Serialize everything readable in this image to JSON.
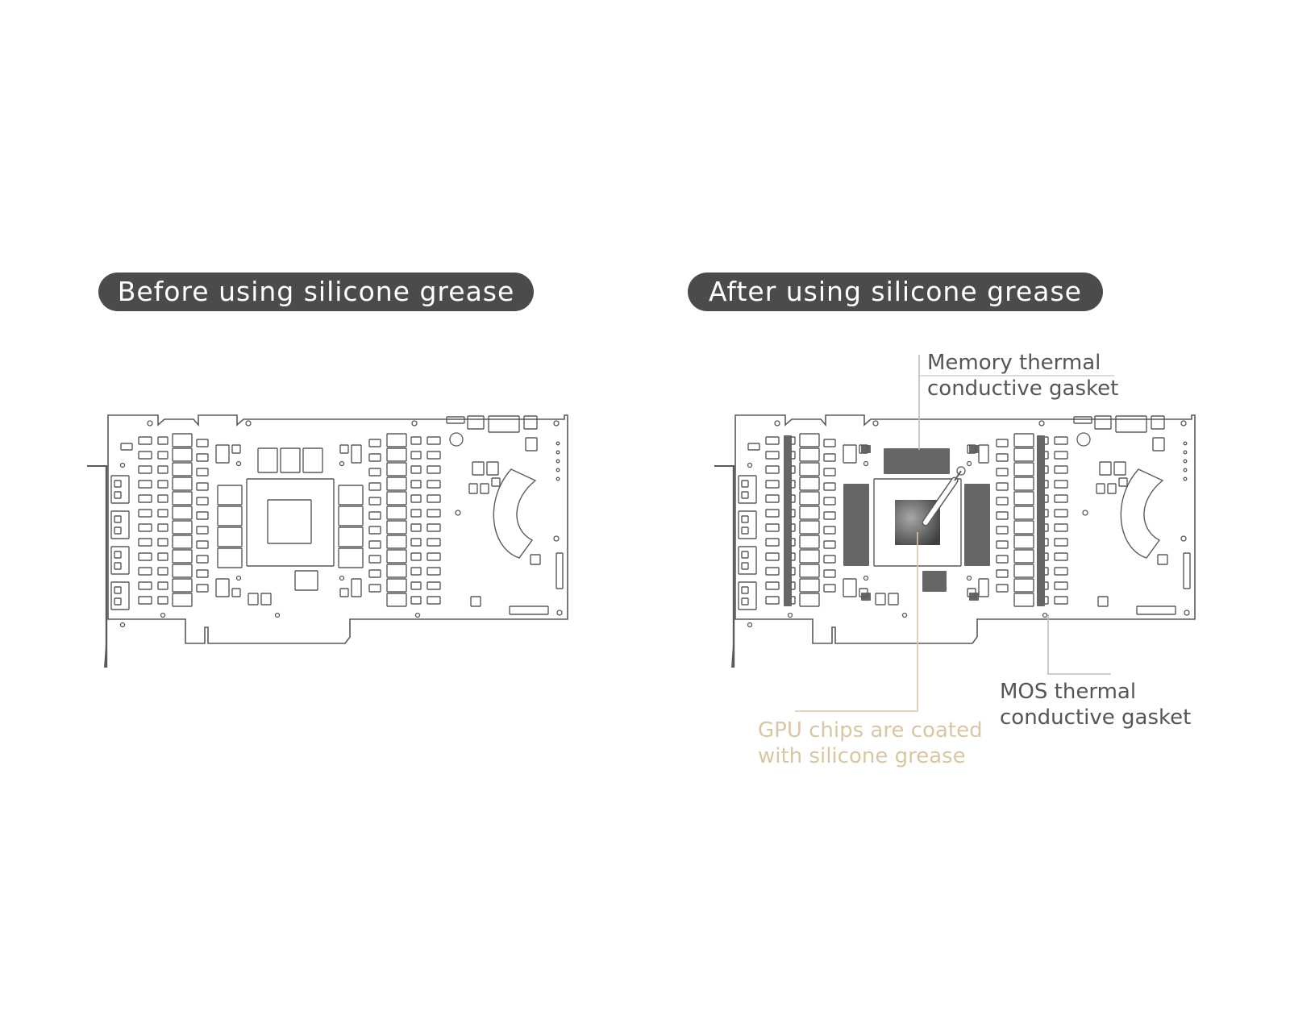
{
  "panels": {
    "before": {
      "title": "Before using silicone grease"
    },
    "after": {
      "title": "After using silicone grease"
    }
  },
  "callouts": {
    "memory": {
      "line1": "Memory thermal",
      "line2": "conductive gasket"
    },
    "mos": {
      "line1": "MOS thermal",
      "line2": "conductive gasket"
    },
    "gpu": {
      "line1": "GPU chips are coated",
      "line2": "with silicone grease"
    }
  },
  "colors": {
    "pill": "#4b4b4b",
    "outline": "#5a5a5a",
    "pad": "#666666",
    "callout_text": "#555555",
    "gpu_callout": "#d9c7a4"
  }
}
